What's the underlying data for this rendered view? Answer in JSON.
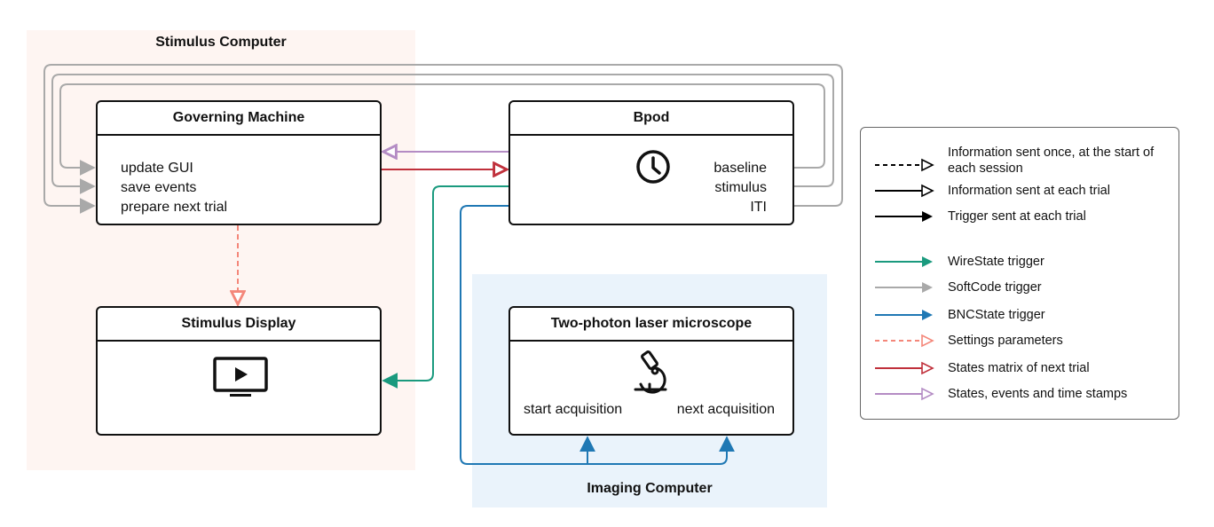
{
  "regions": {
    "stimulus_computer": "Stimulus Computer",
    "imaging_computer": "Imaging Computer"
  },
  "boxes": {
    "governing_machine": {
      "title": "Governing Machine",
      "lines": [
        "update GUI",
        "save events",
        "prepare next trial"
      ]
    },
    "bpod": {
      "title": "Bpod",
      "icon": "clock-icon",
      "lines": [
        "baseline",
        "stimulus",
        "ITI"
      ]
    },
    "stimulus_display": {
      "title": "Stimulus Display",
      "icon": "display-play-icon"
    },
    "microscope": {
      "title": "Two-photon laser microscope",
      "icon": "microscope-icon",
      "left_label": "start acquisition",
      "right_label": "next acquisition"
    }
  },
  "legend": [
    {
      "label": "Information sent once, at the start of each session",
      "style": "dashed",
      "head": "open",
      "color": "#000000"
    },
    {
      "label": "Information sent at each trial",
      "style": "solid",
      "head": "open",
      "color": "#000000"
    },
    {
      "label": "Trigger sent at each trial",
      "style": "solid",
      "head": "filled",
      "color": "#000000"
    },
    {
      "label": "WireState trigger",
      "style": "solid",
      "head": "filled",
      "color": "#1a9a7e"
    },
    {
      "label": "SoftCode trigger",
      "style": "solid",
      "head": "filled",
      "color": "#a9a9a9"
    },
    {
      "label": "BNCState trigger",
      "style": "solid",
      "head": "filled",
      "color": "#1f78b4"
    },
    {
      "label": "Settings parameters",
      "style": "dashed",
      "head": "open",
      "color": "#f4877a"
    },
    {
      "label": "States matrix of next trial",
      "style": "solid",
      "head": "open",
      "color": "#c0303b"
    },
    {
      "label": "States, events and time stamps",
      "style": "solid",
      "head": "open",
      "color": "#b48cc4"
    }
  ],
  "colors": {
    "stimulus_bg": "#fef5f2",
    "imaging_bg": "#eaf3fb",
    "wirestate": "#1a9a7e",
    "softcode": "#a9a9a9",
    "bncstate": "#1f78b4",
    "settings": "#f4877a",
    "states_matrix": "#c0303b",
    "states_events": "#b48cc4"
  }
}
